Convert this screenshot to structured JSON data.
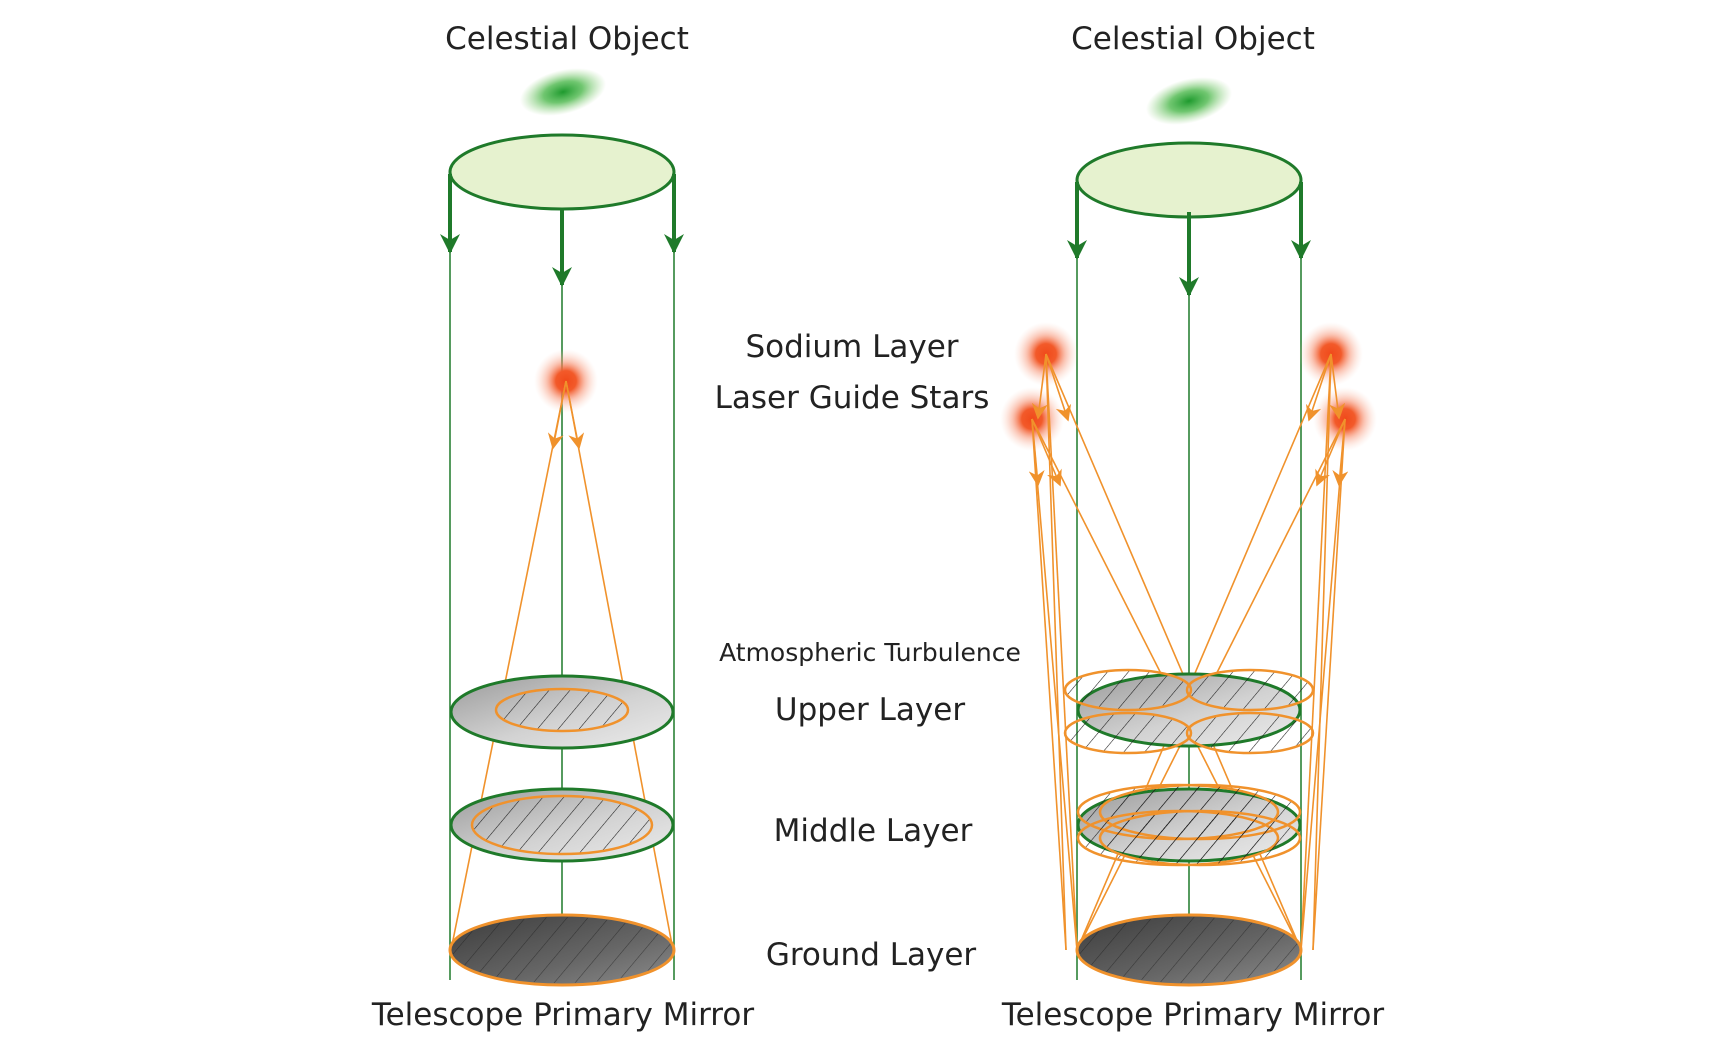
{
  "colors": {
    "green": "#1f7a2a",
    "green_light_fill": "#e6f2cf",
    "orange": "#f0922c",
    "guide_star": "#f25a2a",
    "gray_dark": "#5a5a5a",
    "gray_light": "#c9c9c9"
  },
  "left_diagram": {
    "top_label": "Celestial Object",
    "bottom_label": "Telescope Primary Mirror"
  },
  "right_diagram": {
    "top_label": "Celestial Object",
    "bottom_label": "Telescope Primary Mirror"
  },
  "center_labels": {
    "sodium_layer": "Sodium Layer",
    "laser_guide_stars": "Laser Guide Stars",
    "atmospheric_turbulence": "Atmospheric Turbulence",
    "upper_layer": "Upper Layer",
    "middle_layer": "Middle Layer",
    "ground_layer": "Ground Layer"
  }
}
